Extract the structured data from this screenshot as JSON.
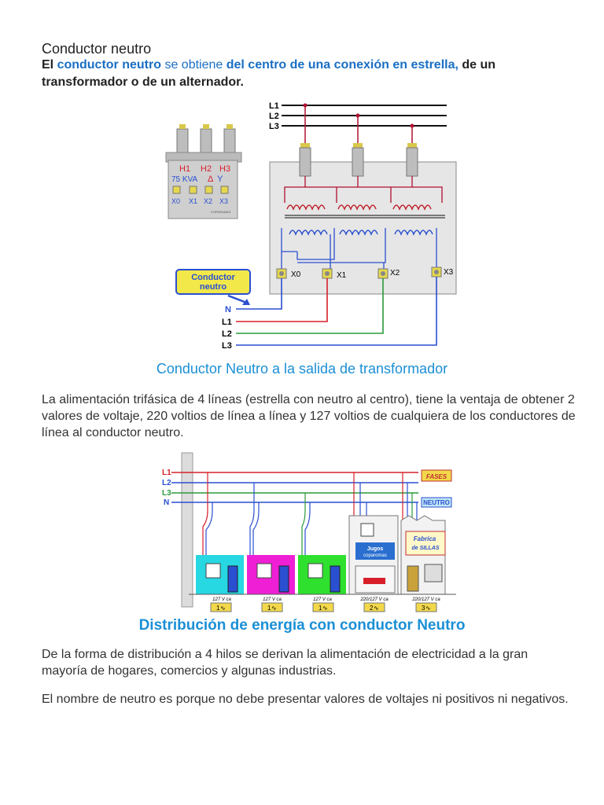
{
  "heading": "Conductor neutro",
  "intro": {
    "part1": "El ",
    "part2": "conductor neutro",
    "part3": " se obtiene ",
    "part4": "del centro de una conexión en estrella,",
    "part5": " de un transformador  o de un alternador."
  },
  "figure1": {
    "lines": [
      "L1",
      "L2",
      "L3"
    ],
    "transformer": {
      "h_labels": [
        "H1",
        "H2",
        "H3"
      ],
      "rating": "75 KVA",
      "x_labels": [
        "X0",
        "X1",
        "X2",
        "X3"
      ],
      "maker": "COPARAMAS"
    },
    "terminals": [
      "X0",
      "X1",
      "X2",
      "X3"
    ],
    "callout": "Conductor neutro",
    "outputs": [
      "N",
      "L1",
      "L2",
      "L3"
    ],
    "caption": "Conductor Neutro a la salida de transformador"
  },
  "paragraph1": "La alimentación trifásica de 4 líneas (estrella con neutro al centro), tiene la ventaja de obtener 2 valores de voltaje, 220 voltios de línea a línea y 127 voltios de cualquiera de los conductores de línea al conductor neutro.",
  "figure2": {
    "lines": [
      "L1",
      "L2",
      "L3",
      "N"
    ],
    "fases": "FASES",
    "neutro": "NEUTRO",
    "shop": "Jugos coparomas",
    "factory": "Fabrica de SILLAS",
    "voltages": [
      "127 V ca",
      "127 V ca",
      "127 V ca",
      "220/127 V ca",
      "220/127 V ca"
    ],
    "phases": [
      "1",
      "1",
      "1",
      "2",
      "3"
    ],
    "caption": "Distribución de energía con conductor Neutro"
  },
  "paragraph2": "De la forma  de distribución  a 4 hilos se derivan la alimentación de electricidad a la gran mayoría de hogares, comercios  y algunas  industrias.",
  "paragraph3": "El nombre de neutro es porque no debe presentar valores de voltajes ni positivos ni negativos.",
  "colors": {
    "blue_text": "#1a6fc4",
    "caption": "#1b8fd6",
    "red": "#d8202a",
    "green": "#2a9a3a",
    "blue_wire": "#2a4fd0"
  }
}
